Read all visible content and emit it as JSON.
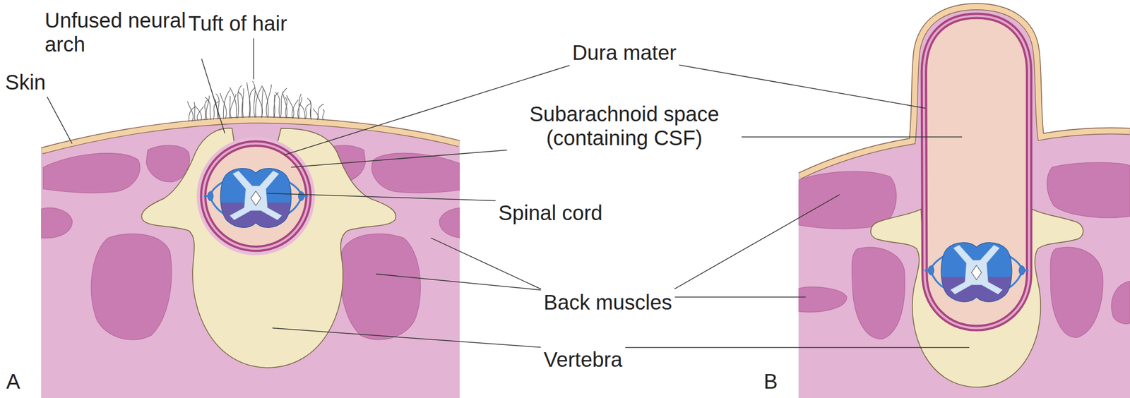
{
  "diagram": {
    "labels": [
      "Unfused neural arch",
      "Tuft of hair",
      "Skin",
      "Dura mater",
      "Subarachnoid space (containing CSF)",
      "Spinal cord",
      "Back muscles",
      "Vertebra",
      "A",
      "B"
    ]
  }
}
